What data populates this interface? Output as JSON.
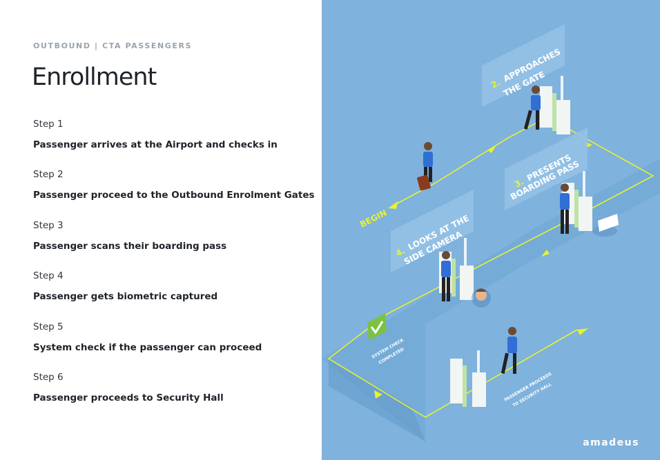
{
  "header": {
    "eyebrow": "OUTBOUND | CTA PASSENGERS",
    "title": "Enrollment"
  },
  "steps": [
    {
      "label": "Step 1",
      "text": "Passenger arrives at the Airport and checks in"
    },
    {
      "label": "Step 2",
      "text": "Passenger proceed to the Outbound Enrolment Gates"
    },
    {
      "label": "Step 3",
      "text": "Passenger scans their boarding pass"
    },
    {
      "label": "Step 4",
      "text": "Passenger gets biometric captured"
    },
    {
      "label": "Step 5",
      "text": "System check if the passenger can proceed"
    },
    {
      "label": "Step 6",
      "text": "Passenger proceeds to Security Hall"
    }
  ],
  "illustration": {
    "begin": "BEGIN",
    "sign2": {
      "num": "2.",
      "line1": "APPROACHES",
      "line2": "THE GATE"
    },
    "sign3": {
      "num": "3.",
      "line1": "PRESENTS",
      "line2": "BOARDING PASS"
    },
    "sign4": {
      "num": "4.",
      "line1": "LOOKS AT THE",
      "line2": "SIDE CAMERA"
    },
    "system_check": {
      "line1": "SYSTEM CHECK",
      "line2": "COMPLETED"
    },
    "proceeds": {
      "line1": "PASSENGER PROCEEDS",
      "line2": "TO SECURITY HALL"
    }
  },
  "brand": "amadeus",
  "colors": {
    "illustration_bg": "#7fb2dc",
    "floor": "#6da5d4",
    "path": "#e8f230",
    "sign": "#95c1e6",
    "check_green": "#7cc242",
    "shirt": "#2f6fd6"
  }
}
